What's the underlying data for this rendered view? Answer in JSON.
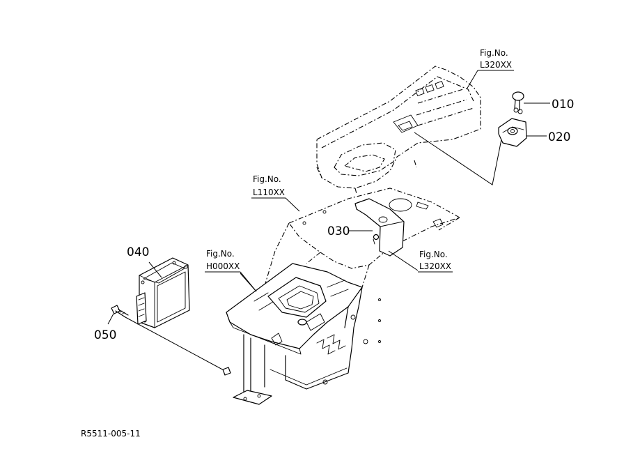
{
  "figure_refs": [
    {
      "id": "ref-top",
      "line1": "Fig.No.",
      "line2": "L320XX"
    },
    {
      "id": "ref-l110",
      "line1": "Fig.No.",
      "line2": "L110XX"
    },
    {
      "id": "ref-h000",
      "line1": "Fig.No.",
      "line2": "H000XX"
    },
    {
      "id": "ref-l320-right",
      "line1": "Fig.No.",
      "line2": "L320XX"
    }
  ],
  "callouts": [
    {
      "id": "010",
      "label": "010"
    },
    {
      "id": "020",
      "label": "020"
    },
    {
      "id": "030",
      "label": "030"
    },
    {
      "id": "040",
      "label": "040"
    },
    {
      "id": "050",
      "label": "050"
    }
  ],
  "drawing_code": "R5511-005-11"
}
